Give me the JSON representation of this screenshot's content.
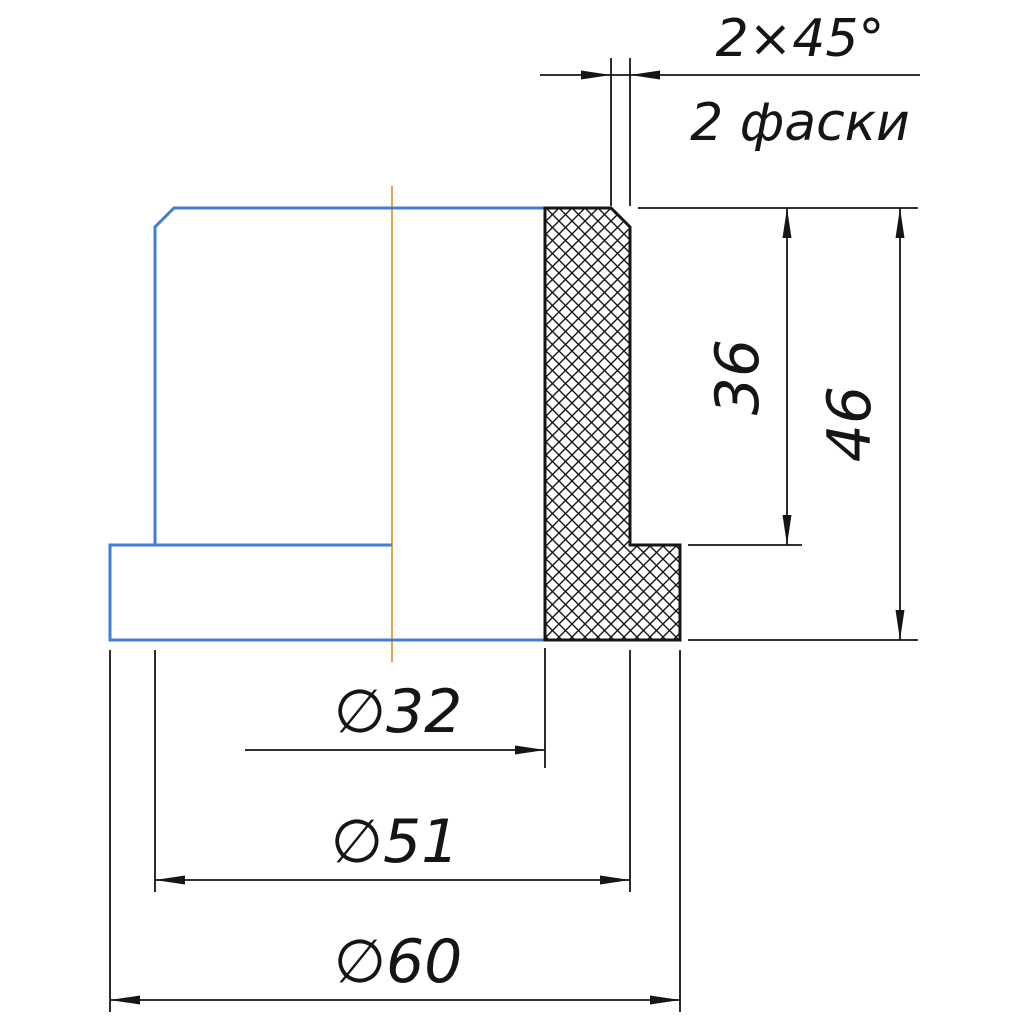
{
  "drawing": {
    "title": "Flanged bushing cross-section drawing",
    "labels": {
      "chamfer": "2×45°",
      "chamfer_note": "2 фаски",
      "body_height": "36",
      "total_height": "46",
      "bore_diameter": "∅32",
      "body_diameter": "∅51",
      "flange_diameter": "∅60"
    }
  },
  "colors": {
    "ink": "#151515",
    "part-blue": "#3f7fd4",
    "center-orange": "#dd9b3f",
    "paper": "#ffffff"
  }
}
